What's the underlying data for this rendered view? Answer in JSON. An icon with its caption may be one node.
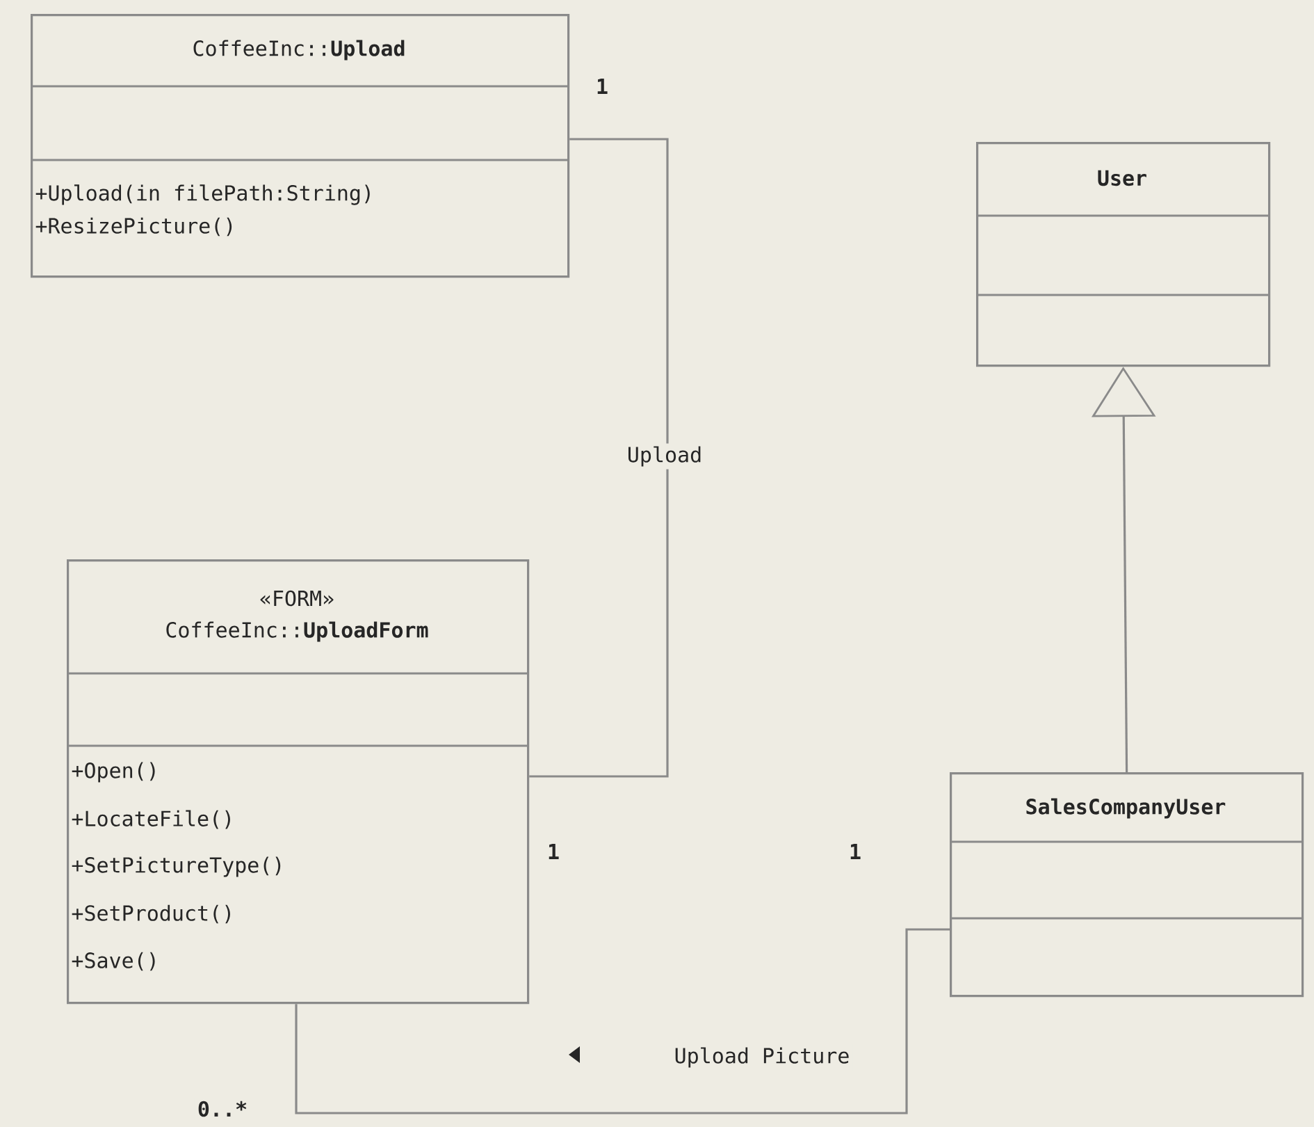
{
  "diagram": {
    "nodes": [
      {
        "text": [
          "CoffeeInc::**Upload**",
          "+Upload(in filePath:String)",
          "+ResizePicture()"
        ]
      },
      {
        "text": [
          "User"
        ]
      },
      {
        "text": [
          "«FORM»",
          "CoffeeInc::**UploadForm**",
          "+Open()",
          "+LocateFile()",
          "+SetPictureType()",
          "+SetProduct()",
          "+Save()"
        ]
      },
      {
        "text": [
          "SalesCompanyUser"
        ]
      }
    ],
    "edges": [
      {
        "from": 0,
        "to": 2,
        "arrow": "none",
        "label": "Upload"
      },
      {
        "from": 3,
        "to": 1,
        "arrow": "to"
      },
      {
        "from": 2,
        "to": 3,
        "arrow": "none",
        "label": "Upload Picture"
      }
    ],
    "labels": [
      "1",
      "1",
      "1",
      "0..*"
    ]
  }
}
